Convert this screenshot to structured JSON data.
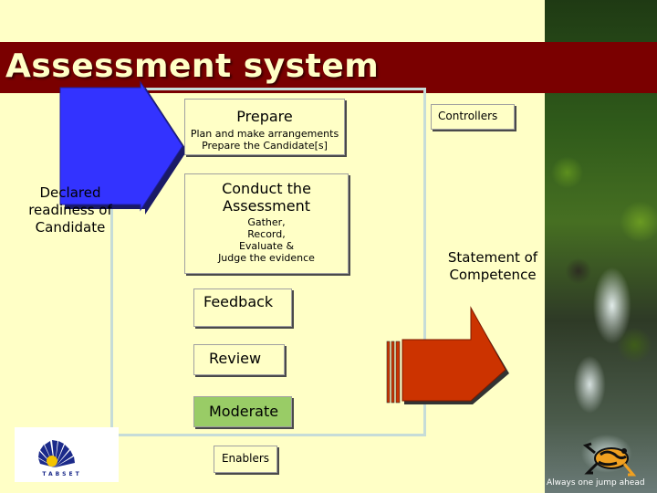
{
  "title": "Assessment system",
  "input": {
    "label": "Declared readiness of Candidate"
  },
  "prepare": {
    "heading": "Prepare",
    "line1": "Plan and make arrangements",
    "line2": "Prepare the Candidate[s]"
  },
  "conduct": {
    "heading_line1": "Conduct the",
    "heading_line2": "Assessment",
    "detail_line1": "Gather,",
    "detail_line2": "Record,",
    "detail_line3": "Evaluate &",
    "detail_line4": "Judge the evidence"
  },
  "feedback": {
    "label": "Feedback"
  },
  "review": {
    "label": "Review"
  },
  "moderate": {
    "label": "Moderate"
  },
  "enablers": {
    "label": "Enablers"
  },
  "controllers": {
    "label": "Controllers"
  },
  "output": {
    "label_line1": "Statement of",
    "label_line2": "Competence"
  },
  "tagline": "Always one jump ahead",
  "logo": {
    "text": "TABSET"
  },
  "colors": {
    "background": "#ffffc6",
    "title_band": "#7a0000",
    "input_arrow": "#3333ff",
    "output_arrow": "#cc3300",
    "moderate_fill": "#99cc66",
    "frame": "#c6dcd8"
  }
}
